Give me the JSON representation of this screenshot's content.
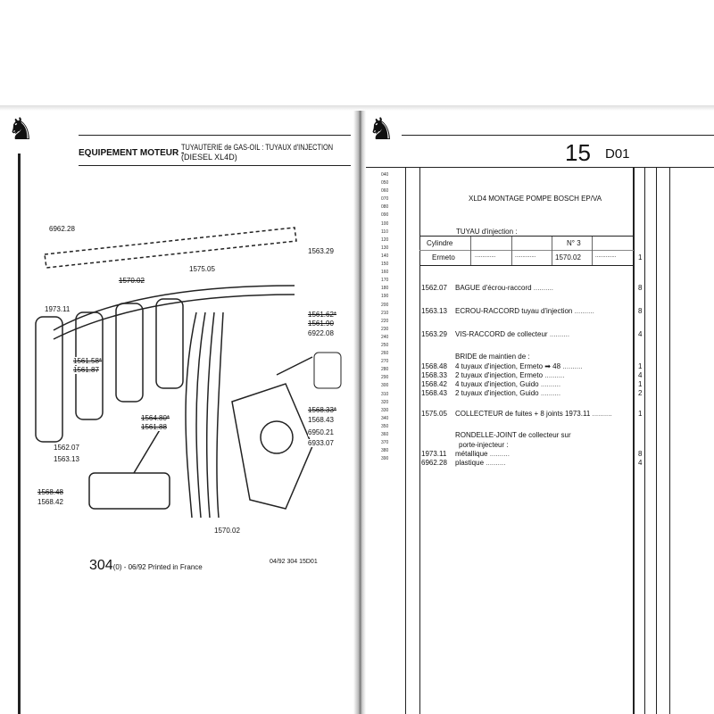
{
  "left_page": {
    "section": "EQUIPEMENT MOTEUR -",
    "title": "TUYAUTERIE de GAS-OIL : TUYAUX d'INJECTION",
    "subtitle": "(DIESEL XL4D)",
    "diagram_labels": [
      "6962.28",
      "1563.29",
      "1575.05",
      "1570.02",
      "1973.11",
      "1561.62*",
      "1561.90",
      "6922.08",
      "1561.58*",
      "1561.87",
      "1564.80*",
      "1561.88",
      "1568.33*",
      "1568.43",
      "6950.21",
      "6933.07",
      "1562.07",
      "1563.13",
      "1568.48",
      "1568.42",
      "1570.02"
    ],
    "diagram_ref": "04/92 304 15D01",
    "footer_page": "304",
    "footer_suffix": "(0) - 06/92 Printed in France"
  },
  "right_page": {
    "page_number": "15",
    "page_code": "D01",
    "row_numbers": [
      "040",
      "050",
      "060",
      "070",
      "080",
      "090",
      "100",
      "110",
      "120",
      "130",
      "140",
      "150",
      "160",
      "170",
      "180",
      "190",
      "200",
      "210",
      "220",
      "230",
      "240",
      "250",
      "260",
      "270",
      "280",
      "290",
      "300",
      "310",
      "320",
      "330",
      "340",
      "350",
      "360",
      "370",
      "380",
      "390"
    ],
    "heading": "XLD4 MONTAGE POMPE BOSCH EP/VA",
    "tuyau_label": "TUYAU d'injection :",
    "table": {
      "row1": {
        "label": "Cylindre",
        "no": "N° 3"
      },
      "row2": {
        "label": "Ermeto",
        "dots1": "..............",
        "dots2": "..............",
        "ref": "1570.02",
        "dots3": "..............",
        "qty": "1"
      }
    },
    "items": [
      {
        "ref": "1562.07",
        "text": "BAGUE d'écrou-raccord",
        "qty": "8"
      },
      {
        "ref": "1563.13",
        "text": "ECROU-RACCORD tuyau d'injection",
        "qty": "8"
      },
      {
        "ref": "1563.29",
        "text": "VIS-RACCORD de collecteur",
        "qty": "4"
      }
    ],
    "bride": {
      "heading": "BRIDE de maintien de :",
      "items": [
        {
          "ref": "1568.48",
          "text": "4 tuyaux d'injection, Ermeto ➡ 48",
          "qty": "1"
        },
        {
          "ref": "1568.33",
          "text": "2 tuyaux d'injection, Ermeto",
          "qty": "4"
        },
        {
          "ref": "1568.42",
          "text": "4 tuyaux d'injection, Guido",
          "qty": "1"
        },
        {
          "ref": "1568.43",
          "text": "2 tuyaux d'injection, Guido",
          "qty": "2"
        }
      ]
    },
    "collecteur": {
      "ref": "1575.05",
      "text": "COLLECTEUR de fuites + 8 joints 1973.11",
      "qty": "1"
    },
    "rondelle": {
      "heading": "RONDELLE-JOINT de collecteur sur",
      "heading2": "porte-injecteur :",
      "items": [
        {
          "ref": "1973.11",
          "text": "métallique",
          "qty": "8"
        },
        {
          "ref": "6962.28",
          "text": "plastique",
          "qty": "4"
        }
      ]
    }
  }
}
